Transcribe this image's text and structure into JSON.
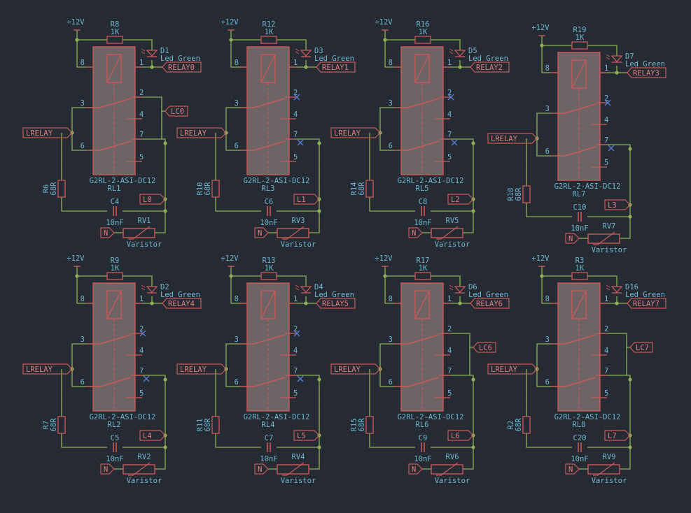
{
  "colors": {
    "background": "#252a33",
    "grid": "#3a4048",
    "wire": "#8fb05a",
    "component_line": "#c85a5a",
    "component_fill": "#6e6466",
    "component_text": "#6fb7d0",
    "label_text": "#e08080",
    "no_connect": "#5a7fd8"
  },
  "relays": [
    {
      "ref": "RL1",
      "value": "G2RL-2-ASI-DC12",
      "r_ref": "R8",
      "r_val": "1K",
      "led_ref": "D1",
      "led_val": "Led_Green",
      "relay_label": "RELAY0",
      "lc_label": "LC0",
      "nc2": false,
      "nc7": false,
      "rb_ref": "R6",
      "rb_val": "68R",
      "c_ref": "C4",
      "c_val": "10nF",
      "l_label": "L0",
      "rv_ref": "RV1",
      "rv_val": "Varistor",
      "n_label": "N",
      "lrelay": "LRELAY",
      "vcc": "+12V"
    },
    {
      "ref": "RL3",
      "value": "G2RL-2-ASI-DC12",
      "r_ref": "R12",
      "r_val": "1K",
      "led_ref": "D3",
      "led_val": "Led_Green",
      "relay_label": "RELAY1",
      "lc_label": "",
      "nc2": true,
      "nc7": true,
      "rb_ref": "R10",
      "rb_val": "68R",
      "c_ref": "C6",
      "c_val": "10nF",
      "l_label": "L1",
      "rv_ref": "RV3",
      "rv_val": "Varistor",
      "n_label": "N",
      "lrelay": "LRELAY",
      "vcc": "+12V"
    },
    {
      "ref": "RL5",
      "value": "G2RL-2-ASI-DC12",
      "r_ref": "R16",
      "r_val": "1K",
      "led_ref": "D5",
      "led_val": "Led_Green",
      "relay_label": "RELAY2",
      "lc_label": "",
      "nc2": true,
      "nc7": true,
      "rb_ref": "R14",
      "rb_val": "68R",
      "c_ref": "C8",
      "c_val": "10nF",
      "l_label": "L2",
      "rv_ref": "RV5",
      "rv_val": "Varistor",
      "n_label": "N",
      "lrelay": "LRELAY",
      "vcc": "+12V"
    },
    {
      "ref": "RL7",
      "value": "G2RL-2-ASI-DC12",
      "r_ref": "R19",
      "r_val": "1K",
      "led_ref": "D7",
      "led_val": "Led_Green",
      "relay_label": "RELAY3",
      "lc_label": "",
      "nc2": true,
      "nc7": true,
      "rb_ref": "R18",
      "rb_val": "68R",
      "c_ref": "C10",
      "c_val": "10nF",
      "l_label": "L3",
      "rv_ref": "RV7",
      "rv_val": "Varistor",
      "n_label": "N",
      "lrelay": "LRELAY",
      "vcc": "+12V"
    },
    {
      "ref": "RL2",
      "value": "G2RL-2-ASI-DC12",
      "r_ref": "R9",
      "r_val": "1K",
      "led_ref": "D2",
      "led_val": "Led_Green",
      "relay_label": "RELAY4",
      "lc_label": "",
      "nc2": true,
      "nc7": true,
      "rb_ref": "R7",
      "rb_val": "68R",
      "c_ref": "C5",
      "c_val": "10nF",
      "l_label": "L4",
      "rv_ref": "RV2",
      "rv_val": "Varistor",
      "n_label": "N",
      "lrelay": "LRELAY",
      "vcc": "+12V"
    },
    {
      "ref": "RL4",
      "value": "G2RL-2-ASI-DC12",
      "r_ref": "R13",
      "r_val": "1K",
      "led_ref": "D4",
      "led_val": "Led_Green",
      "relay_label": "RELAY5",
      "lc_label": "",
      "nc2": true,
      "nc7": true,
      "rb_ref": "R11",
      "rb_val": "68R",
      "c_ref": "C7",
      "c_val": "10nF",
      "l_label": "L5",
      "rv_ref": "RV4",
      "rv_val": "Varistor",
      "n_label": "N",
      "lrelay": "LRELAY",
      "vcc": "+12V"
    },
    {
      "ref": "RL6",
      "value": "G2RL-2-ASI-DC12",
      "r_ref": "R17",
      "r_val": "1K",
      "led_ref": "D6",
      "led_val": "Led_Green",
      "relay_label": "RELAY6",
      "lc_label": "LC6",
      "nc2": false,
      "nc7": false,
      "rb_ref": "R15",
      "rb_val": "68R",
      "c_ref": "C9",
      "c_val": "10nF",
      "l_label": "L6",
      "rv_ref": "RV6",
      "rv_val": "Varistor",
      "n_label": "N",
      "lrelay": "LRELAY",
      "vcc": "+12V"
    },
    {
      "ref": "RL8",
      "value": "G2RL-2-ASI-DC12",
      "r_ref": "R3",
      "r_val": "1K",
      "led_ref": "D16",
      "led_val": "Led_Green",
      "relay_label": "RELAY7",
      "lc_label": "LC7",
      "nc2": false,
      "nc7": false,
      "rb_ref": "R2",
      "rb_val": "68R",
      "c_ref": "C20",
      "c_val": "10nF",
      "l_label": "L7",
      "rv_ref": "RV9",
      "rv_val": "Varistor",
      "n_label": "N",
      "lrelay": "LRELAY",
      "vcc": "+12V"
    }
  ]
}
